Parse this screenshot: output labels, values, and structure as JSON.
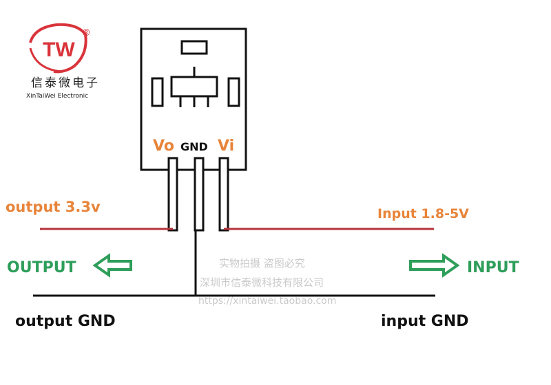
{
  "logo": {
    "letters": "TW",
    "registered": "®",
    "chinese_name": "信泰微电子",
    "english_name": "XinTaiWei Electronic"
  },
  "module": {
    "pin_vo": "Vo",
    "pin_gnd": "GND",
    "pin_vi": "Vi"
  },
  "labels": {
    "output_voltage": "output 3.3v",
    "input_voltage": "Input 1.8-5V",
    "output_arrow": "OUTPUT",
    "input_arrow": "INPUT",
    "output_gnd": "output GND",
    "input_gnd": "input GND"
  },
  "watermark": {
    "line1": "实物拍摄 盗图必究",
    "line2": "深圳市信泰微科技有限公司",
    "line3": "https://xintaiwei.taobao.com"
  },
  "colors": {
    "red_wire": "#b5333a",
    "orange_text": "#e8843a",
    "green_text": "#2e9e5a",
    "logo_red": "#d9343b",
    "black": "#111111"
  }
}
